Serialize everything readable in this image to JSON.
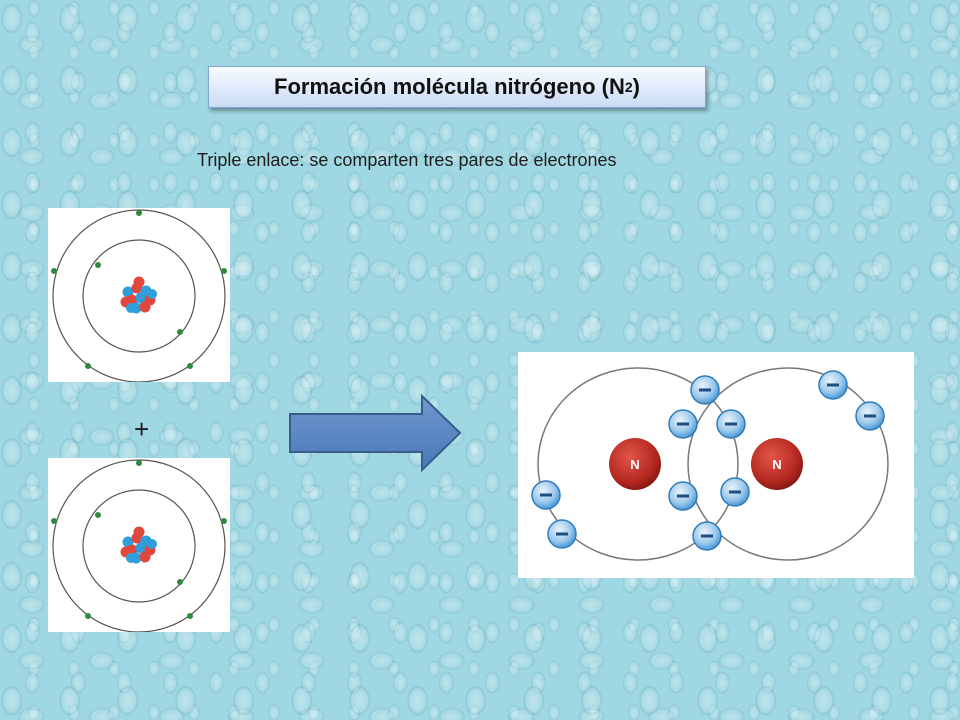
{
  "title": {
    "text": "Formación molécula nitrógeno (N",
    "subscript": "2",
    "suffix": ")"
  },
  "subtitle": "Triple enlace: se comparten tres pares de electrones",
  "plus_sign": "+",
  "molecule": {
    "nucleus_label_left": "N",
    "nucleus_label_right": "N"
  },
  "colors": {
    "electron_small": "#2e8b3e",
    "proton": "#e0483e",
    "neutron": "#2f9fdc",
    "nucleus_large": "#b5281f",
    "electron_large": "#3a8fd0",
    "arrow_fill": "#4f81bd",
    "arrow_stroke": "#385d8a"
  },
  "icons": {
    "arrow": "arrow-right-icon"
  }
}
